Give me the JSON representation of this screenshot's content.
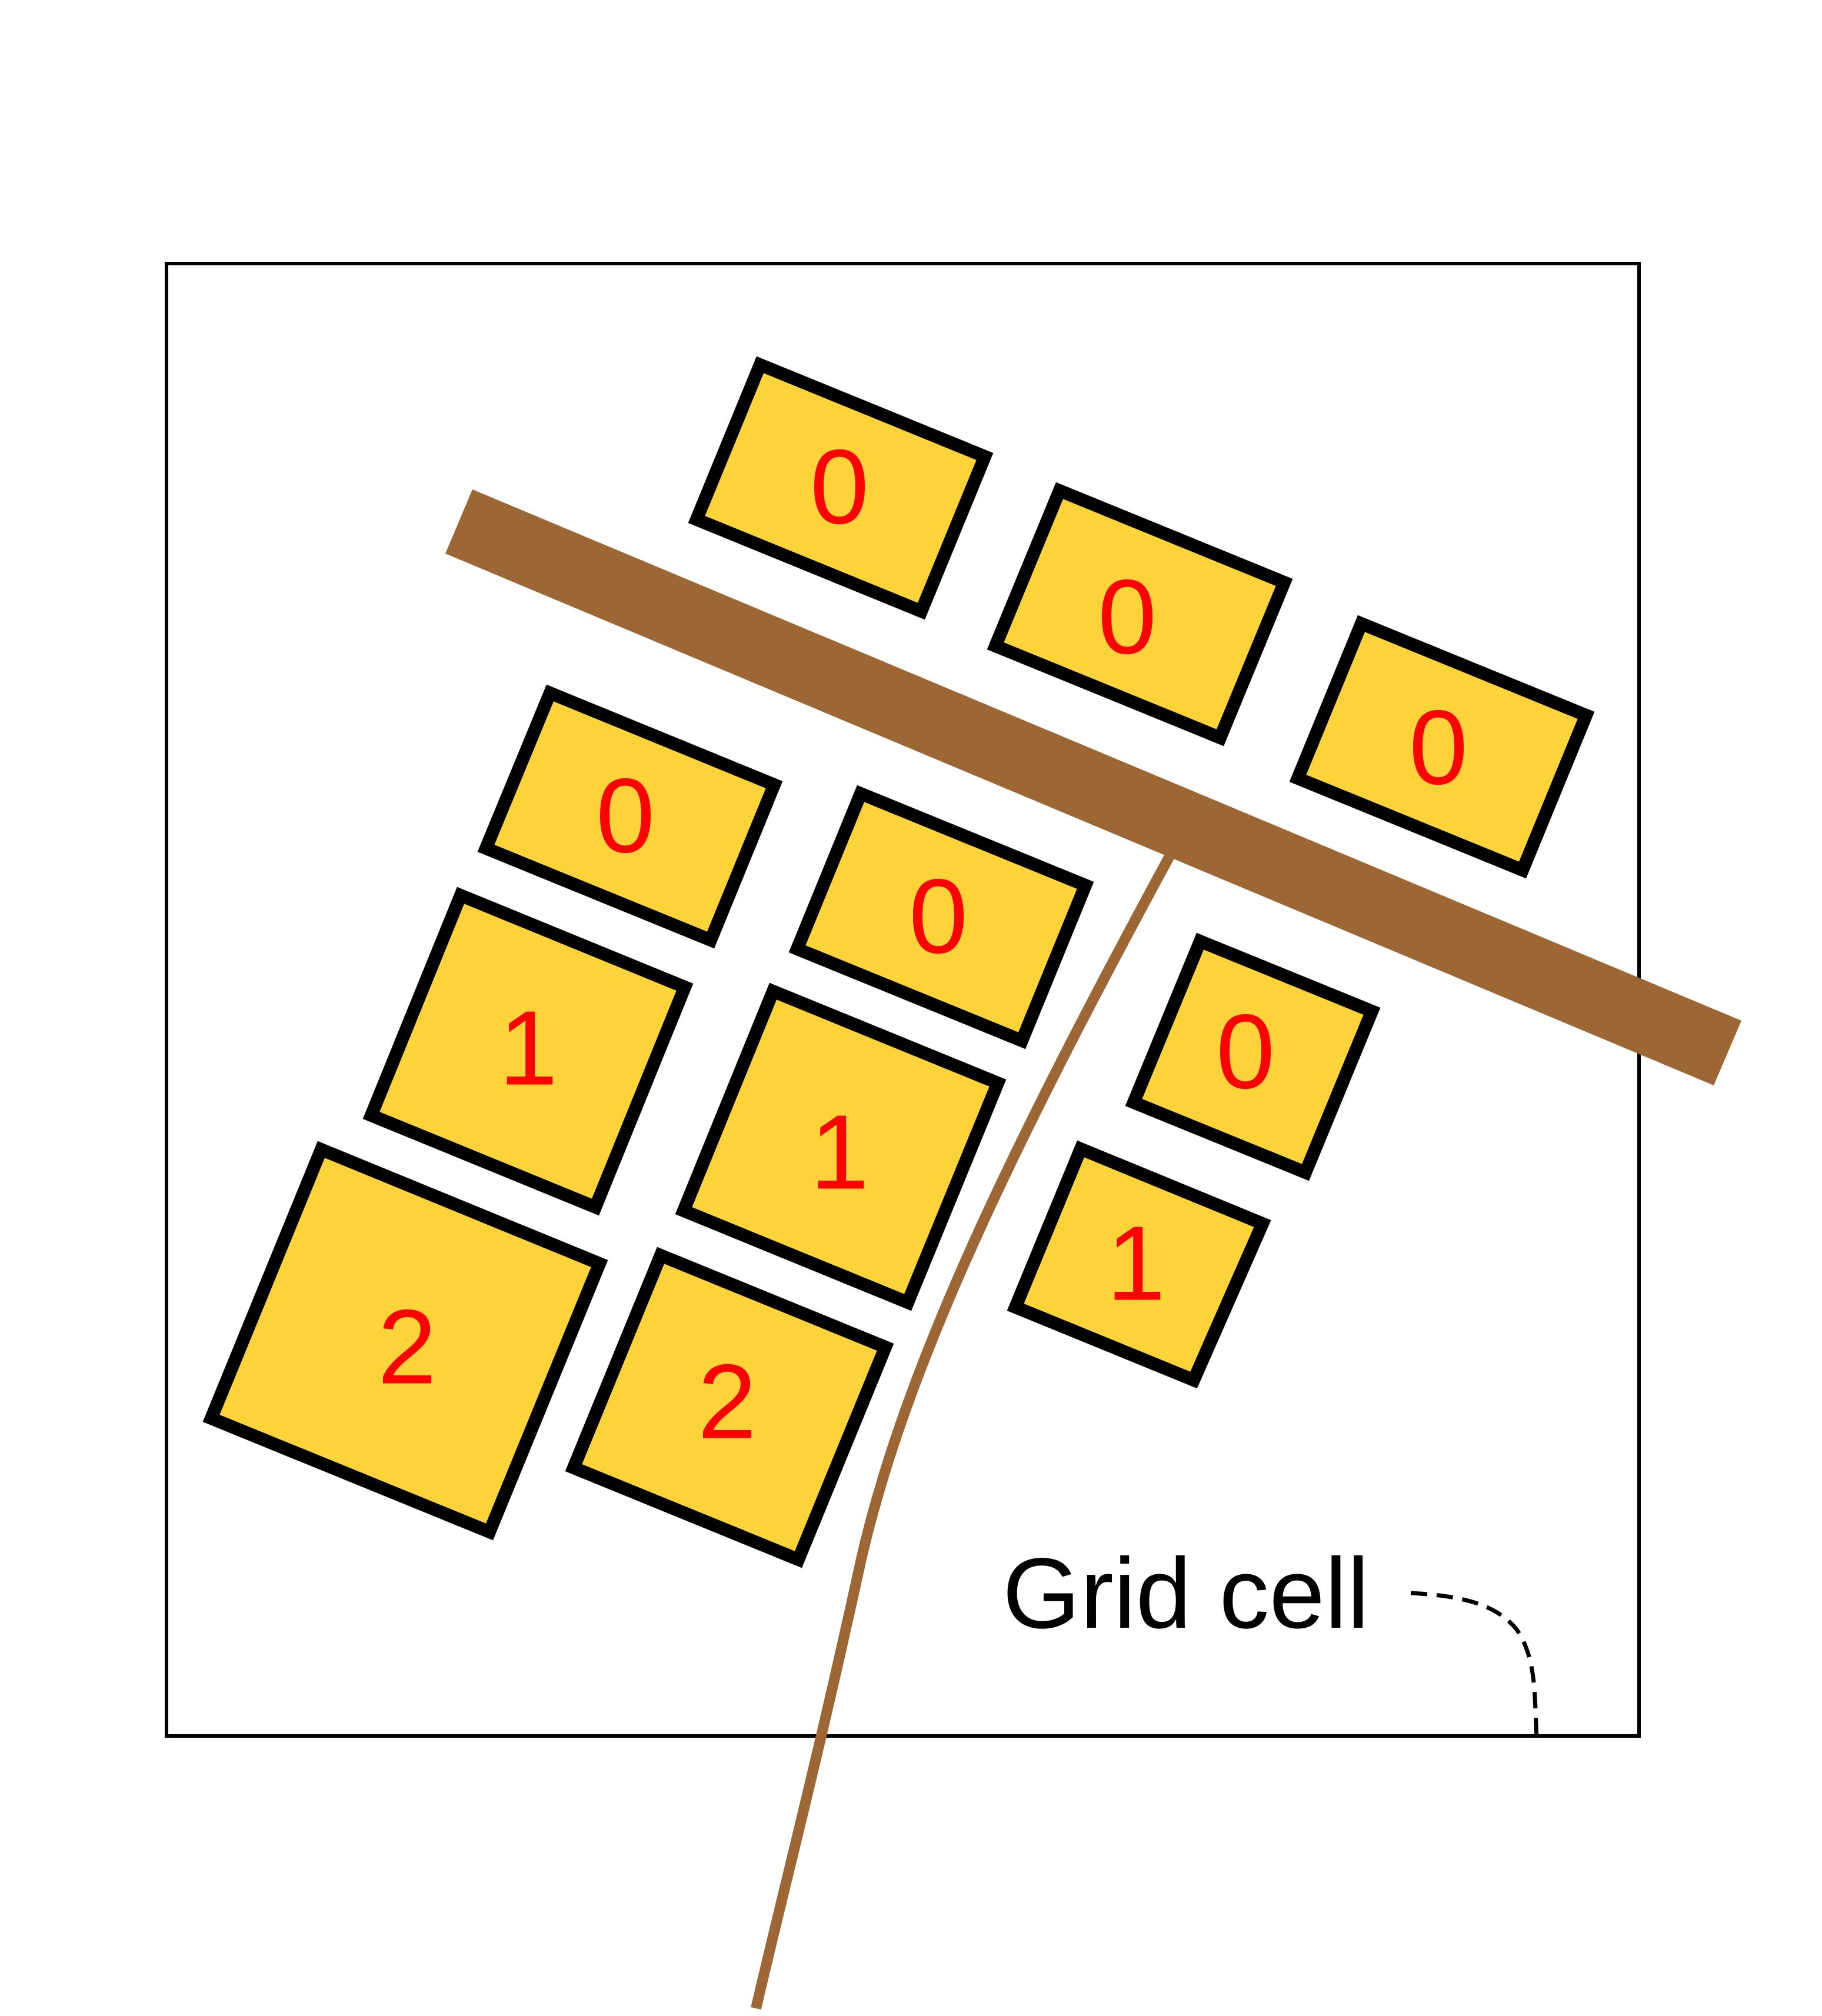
{
  "colors": {
    "lot_fill": "#FDD33A",
    "label": "#FF0000",
    "road": "#9C6735",
    "outline": "#000000"
  },
  "caption": "Grid cell",
  "lots": [
    {
      "label": "0"
    },
    {
      "label": "0"
    },
    {
      "label": "0"
    },
    {
      "label": "0"
    },
    {
      "label": "0"
    },
    {
      "label": "0"
    },
    {
      "label": "1"
    },
    {
      "label": "1"
    },
    {
      "label": "1"
    },
    {
      "label": "2"
    },
    {
      "label": "2"
    }
  ]
}
